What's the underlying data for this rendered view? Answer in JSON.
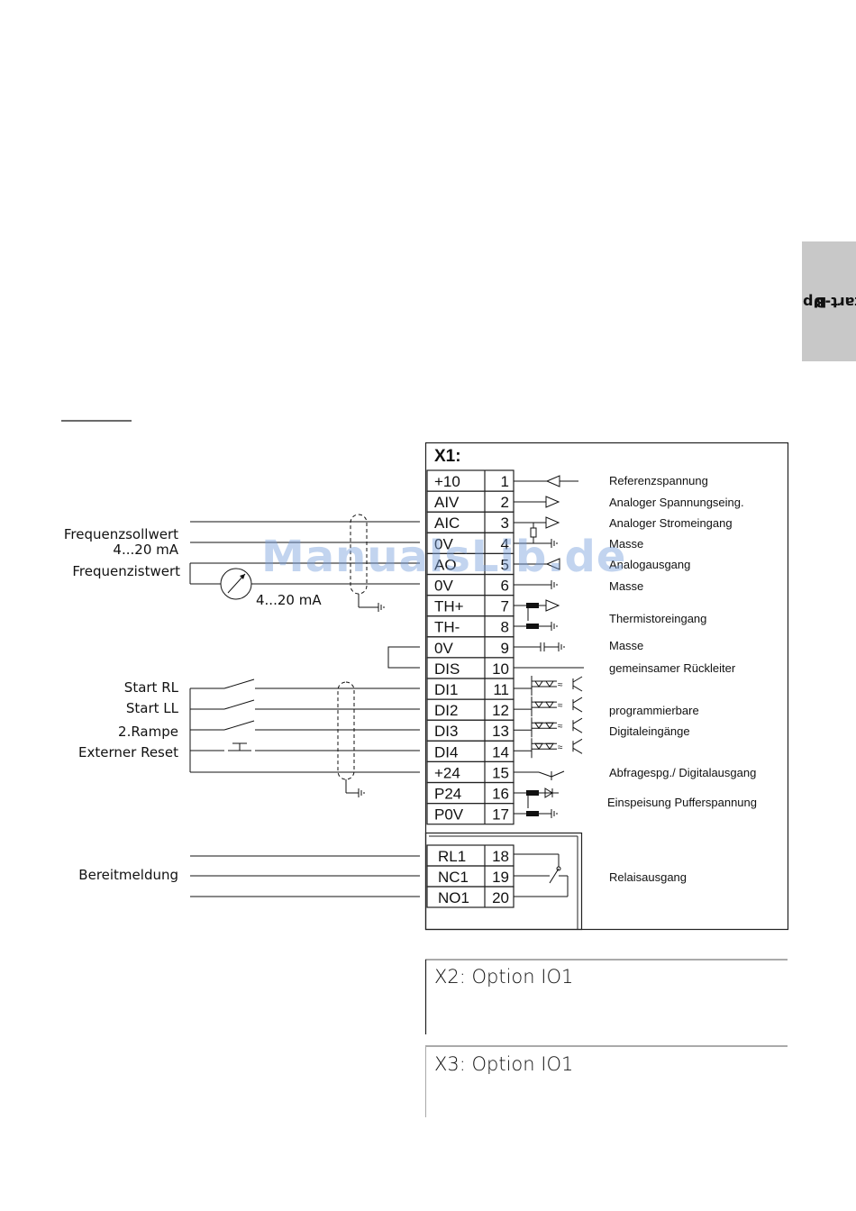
{
  "side_tab": {
    "letter": "B",
    "title": "Start-Up"
  },
  "watermark": "ManualsLib.de",
  "block_title": "X1:",
  "terminals": [
    {
      "name": "+10",
      "num": "1",
      "desc": "Referenzspannung"
    },
    {
      "name": "AIV",
      "num": "2",
      "desc": "Analoger Spannungseing."
    },
    {
      "name": "AIC",
      "num": "3",
      "desc": "Analoger Stromeingang"
    },
    {
      "name": "0V",
      "num": "4",
      "desc": "Masse"
    },
    {
      "name": "AO",
      "num": "5",
      "desc": "Analogausgang"
    },
    {
      "name": "0V",
      "num": "6",
      "desc": "Masse"
    },
    {
      "name": "TH+",
      "num": "7",
      "desc": ""
    },
    {
      "name": "TH-",
      "num": "8",
      "desc": "Thermistoreingang"
    },
    {
      "name": "0V",
      "num": "9",
      "desc": "Masse"
    },
    {
      "name": "DIS",
      "num": "10",
      "desc": "gemeinsamer Rückleiter"
    },
    {
      "name": "DI1",
      "num": "11",
      "desc": ""
    },
    {
      "name": "DI2",
      "num": "12",
      "desc": "programmierbare"
    },
    {
      "name": "DI3",
      "num": "13",
      "desc": "Digitaleingänge"
    },
    {
      "name": "DI4",
      "num": "14",
      "desc": ""
    },
    {
      "name": "+24",
      "num": "15",
      "desc": "Abfragespg./ Digitalausgang"
    },
    {
      "name": "P24",
      "num": "16",
      "desc": "Einspeisung Pufferspannung"
    },
    {
      "name": "P0V",
      "num": "17",
      "desc": ""
    }
  ],
  "relay_terminals": [
    {
      "name": "RL1",
      "num": "18"
    },
    {
      "name": "NC1",
      "num": "19"
    },
    {
      "name": "NO1",
      "num": "20"
    }
  ],
  "relay_desc": "Relaisausgang",
  "left_labels": {
    "freq_soll": "Frequenzsollwert",
    "freq_soll_range": "4...20 mA",
    "freq_ist": "Frequenzistwert",
    "freq_ist_range": "4...20 mA",
    "start_rl": "Start RL",
    "start_ll": "Start LL",
    "rampe": "2.Rampe",
    "reset": "Externer Reset",
    "ready": "Bereitmeldung"
  },
  "options": [
    {
      "title": "X2: Option IO1"
    },
    {
      "title": "X3: Option IO1"
    }
  ]
}
